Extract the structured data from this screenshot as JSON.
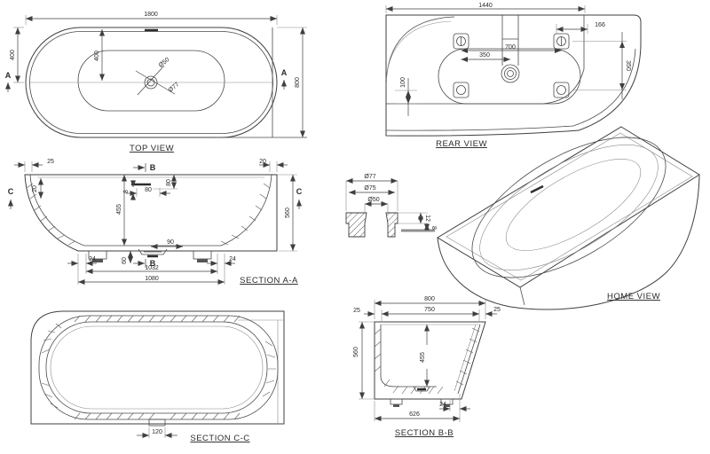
{
  "views": {
    "top": {
      "label": "TOP VIEW",
      "marker_a": "A",
      "dim_length": "1800",
      "dim_end_radius": "400",
      "dim_drain_offset": "400",
      "dim_width": "800",
      "dim_drain_small": "Ø50",
      "dim_drain_large": "Ø77"
    },
    "rear": {
      "label": "REAR VIEW",
      "dim_width": "1440",
      "dim_foot_edge": "166",
      "dim_foot_span": "700",
      "dim_drain_offset": "350",
      "dim_foot_bottom": "100",
      "dim_foot_rows": "350"
    },
    "section_aa": {
      "label": "SECTION A-A",
      "marker_b": "B",
      "marker_c": "C",
      "dim_rim_left": "25",
      "dim_rim_right": "20",
      "dim_lip": "20",
      "dim_overflow_drop": "80",
      "dim_overflow_height": "8",
      "dim_overflow_width": "80",
      "dim_inner_depth": "455",
      "dim_height": "560",
      "dim_drain_width": "90",
      "dim_foot_height": "60",
      "dim_foot_inset_left": "24",
      "dim_foot_inset_right": "24",
      "dim_foot_span": "1032",
      "dim_base_length": "1080"
    },
    "drain_detail": {
      "dim_d77": "Ø77",
      "dim_d75": "Ø75",
      "dim_d50": "Ø50",
      "dim_h12": "12",
      "dim_h8": "8"
    },
    "home": {
      "label": "HOME VIEW"
    },
    "section_cc": {
      "label": "SECTION C-C",
      "dim_tab": "120"
    },
    "section_bb": {
      "label": "SECTION B-B",
      "dim_outer_width": "800",
      "dim_inner_width": "750",
      "dim_rim_left": "25",
      "dim_rim_right": "25",
      "dim_height": "560",
      "dim_inner_depth": "455",
      "dim_foot_inset": "24",
      "dim_base_width": "626"
    }
  }
}
